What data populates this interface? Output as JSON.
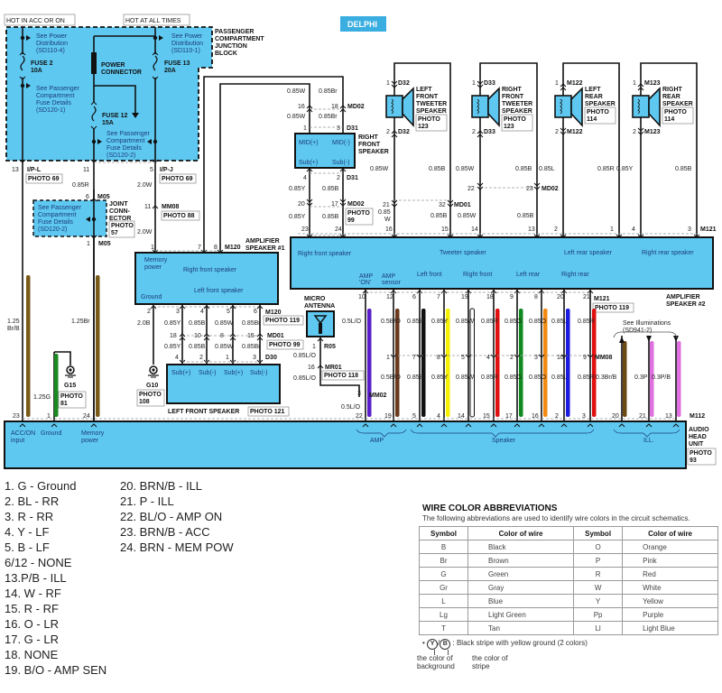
{
  "badge": "DELPHI",
  "tags": {
    "hot_acc": "HOT IN ACC OR ON",
    "hot_all": "HOT AT ALL TIMES"
  },
  "jb": {
    "title": [
      "PASSENGER",
      "COMPARTMENT",
      "JUNCTION",
      "BLOCK"
    ],
    "pd_left": [
      "See Power",
      "Distribution",
      "(SD110-4)"
    ],
    "fuse2": [
      "FUSE 2",
      "10A"
    ],
    "fd_left": [
      "See Passenger",
      "Compartment",
      "Fuse Details",
      "(SD120-1)"
    ],
    "power_connector": [
      "POWER",
      "CONNECTOR"
    ],
    "pd_right": [
      "See Power",
      "Distribution",
      "(SD110-1)"
    ],
    "fuse13": [
      "FUSE 13",
      "20A"
    ],
    "fuse12": [
      "FUSE 12",
      "15A"
    ],
    "fd_center": [
      "See Passenger",
      "Compartment",
      "Fuse Details",
      "(SD120-2)"
    ]
  },
  "jb_out": {
    "pin13": "13",
    "ipl": "I/P-L",
    "photo_l": "PHOTO 69",
    "pin11": "11",
    "pin5": "5",
    "ipj": "I/P-J",
    "photo_r": "PHOTO 69",
    "w085r": "0.85R",
    "w20w_a": "2.0W",
    "pin6": "6",
    "m05_a": "M05",
    "pin11b": "11",
    "mm08": "MM08",
    "photo88": "PHOTO 88",
    "w20w_b": "2.0W",
    "pin1": "1",
    "m05_b": "M05"
  },
  "joint": {
    "fd": [
      "See Passenger",
      "Compartment",
      "Fuse Details",
      "(SD120-2)"
    ],
    "title": [
      "JOINT",
      "CONN-",
      "ECTOR"
    ],
    "photo": [
      "PHOTO",
      "57"
    ]
  },
  "amp1": {
    "pins_top": [
      "1",
      "7",
      "8"
    ],
    "conn": "M120",
    "title": [
      "AMPLIFIER",
      "SPEAKER #1"
    ],
    "memory": [
      "Memory",
      "power"
    ],
    "rfs": "Right front speaker",
    "lfs": "Left front speaker",
    "ground": "Ground",
    "pins_bot": [
      "2",
      "3",
      "4",
      "5",
      "6"
    ],
    "conn_bot": "M120",
    "photo": "PHOTO 119",
    "wires": [
      "2.0B",
      "0.85Y",
      "0.85B",
      "0.85W",
      "0.85Br"
    ],
    "md01_pins": [
      "18",
      "10",
      "8",
      "15"
    ],
    "md01": "MD01",
    "photo99": "PHOTO 99",
    "wires2": [
      "0.85Y",
      "0.85B",
      "0.85W",
      "0.85Br"
    ],
    "d30_pins": [
      "4",
      "2",
      "1",
      "3"
    ],
    "d30": "D30"
  },
  "lfs": {
    "terms": [
      "Sub(+)",
      "Sub(-)",
      "Sub(+)",
      "Sub(-)"
    ],
    "title": "LEFT FRONT SPEAKER",
    "photo": "PHOTO 121"
  },
  "g10": {
    "name": "G10",
    "photo": [
      "PHOTO",
      "108"
    ]
  },
  "g15": {
    "name": "G15",
    "photo": [
      "PHOTO",
      "81"
    ]
  },
  "left_wires": {
    "brb": [
      "1.25",
      "Br/B"
    ],
    "br": "1.25Br",
    "g": "1.25G"
  },
  "rfs": {
    "w_top": [
      "0.85W",
      "0.85Br"
    ],
    "md02_pins": [
      "16",
      "18"
    ],
    "md02": "MD02",
    "w_mid": [
      "0.85W",
      "0.85Br"
    ],
    "d31_pins": [
      "1",
      "3"
    ],
    "d31": "D31",
    "terms": [
      "MID(+)",
      "MID(-)",
      "Sub(+)",
      "Sub(-)"
    ],
    "title": [
      "RIGHT",
      "FRONT",
      "SPEAKER"
    ],
    "d31b_pins": [
      "4",
      "2"
    ],
    "d31b": "D31",
    "w_low": [
      "0.85Y",
      "0.85B"
    ],
    "md02b_pins": [
      "20",
      "17"
    ],
    "md02b": "MD02",
    "photo": [
      "PHOTO",
      "99"
    ],
    "w_bot": [
      "0.85Y",
      "0.85B"
    ],
    "amp_pins": [
      "23",
      "24"
    ]
  },
  "speakers": [
    {
      "name": [
        "LEFT",
        "FRONT",
        "TWEETER",
        "SPEAKER"
      ],
      "conn": "D32",
      "photo": [
        "PHOTO",
        "123"
      ],
      "pins": [
        "1",
        "2"
      ],
      "wires": [
        "0.85W",
        "0.85B"
      ]
    },
    {
      "name": [
        "RIGHT",
        "FRONT",
        "TWEETER",
        "SPEAKER"
      ],
      "conn": "D33",
      "photo": [
        "PHOTO",
        "123"
      ],
      "pins": [
        "1",
        "2"
      ],
      "wires": [
        "0.85W",
        "0.85B"
      ]
    },
    {
      "name": [
        "LEFT",
        "REAR",
        "SPEAKER"
      ],
      "conn": "M122",
      "photo": [
        "PHOTO",
        "114"
      ],
      "pins": [
        "1",
        "2"
      ],
      "wires": [
        "0.85L",
        "0.85R"
      ]
    },
    {
      "name": [
        "RIGHT",
        "REAR",
        "SPEAKER"
      ],
      "conn": "M123",
      "photo": [
        "PHOTO",
        "114"
      ],
      "pins": [
        "1",
        "2"
      ],
      "wires": [
        "0.85Y",
        "0.85B"
      ]
    }
  ],
  "tw_junc": {
    "md02_pins": [
      "22",
      "23"
    ],
    "md02": "MD02",
    "md01_pins": [
      "21",
      "32"
    ],
    "md01": "MD01",
    "w1": [
      "0.85",
      "W"
    ],
    "wires": [
      "0.85B",
      "0.85W",
      "0.85B"
    ],
    "amp_pins": [
      "16",
      "15",
      "14",
      "13",
      "2",
      "1",
      "4",
      "3"
    ],
    "conn": "M121"
  },
  "amp2": {
    "groups_top": [
      "Right front speaker",
      "Tweeter speaker",
      "Left rear speaker",
      "Right rear speaker"
    ],
    "amp_on": [
      "AMP",
      "'ON'"
    ],
    "amp_sensor": [
      "AMP",
      "sensor"
    ],
    "groups_bot": [
      "Left front",
      "Right front",
      "Left rear",
      "Right rear"
    ],
    "title": [
      "AMPLIFIER",
      "SPEAKER #2"
    ],
    "pins_bot": [
      "10",
      "12",
      "6",
      "7",
      "19",
      "18",
      "9",
      "8",
      "20",
      "21"
    ],
    "conn": "M121",
    "photo": "PHOTO 119"
  },
  "antenna": {
    "title": [
      "MICRO",
      "ANTENNA"
    ],
    "pin": "1",
    "conn": "R05",
    "w1": "0.85L/O",
    "mr01_pin": "16",
    "mr01": "MR01",
    "photo": "PHOTO 118",
    "w2": "0.85L/O",
    "mm02_pin": "3",
    "mm02": "MM02",
    "w3": "0.5L/O"
  },
  "bus": {
    "wires_top": [
      "0.5L/O",
      "0.5B/O",
      "0.85B",
      "0.85Y",
      "0.85W",
      "0.85R",
      "0.85G",
      "0.85O",
      "0.85L",
      "0.85R"
    ],
    "mm08_pins": [
      "1",
      "7",
      "8",
      "5",
      "4",
      "2",
      "3",
      "10",
      "9"
    ],
    "mm08": "MM08",
    "wires_bot": [
      "0.5B/O",
      "0.85B",
      "0.85Y",
      "0.85W",
      "0.85R",
      "0.85G",
      "0.85O",
      "0.85L",
      "0.85R"
    ],
    "ill_wires": [
      "0.3Br/B",
      "0.3P",
      "0.3P/B"
    ],
    "see_ill": [
      "See Illuminations",
      "(SD941-2)"
    ]
  },
  "head": {
    "pins": [
      "23",
      "1",
      "24",
      "22",
      "19",
      "5",
      "4",
      "14",
      "15",
      "17",
      "16",
      "2",
      "3",
      "20",
      "21",
      "13"
    ],
    "conn": "M112",
    "acc": [
      "ACC/ON",
      "input"
    ],
    "ground": "Ground",
    "memory": [
      "Memory",
      "power"
    ],
    "amp": "AMP",
    "speaker": "Speaker",
    "ill": "ILL.",
    "title": [
      "AUDIO",
      "HEAD",
      "UNIT"
    ],
    "photo": [
      "PHOTO",
      "93"
    ]
  },
  "colors": {
    "block_fill": "#5ec8f0",
    "badge": "#3aaee0",
    "stripes": [
      "#5a1fc8",
      "#6b3a1e",
      "#111111",
      "#f5f000",
      "#ffffff",
      "#e01010",
      "#108a20",
      "#f08a10",
      "#1a1ae0",
      "#e01010",
      "#6b4a16",
      "#e070e0",
      "#e070e0"
    ],
    "left_stripes": [
      "#7a5a18",
      "#7a5a18",
      "#1a8a20"
    ]
  },
  "pin_legend": {
    "col1": [
      "1. G - Ground",
      "2. BL - RR",
      "3. R - RR",
      "4. Y - LF",
      "5. B - LF",
      "6/12 - NONE",
      "13.P/B - ILL",
      "14. W - RF",
      "15. R - RF",
      "16. O - LR",
      "17. G - LR",
      "18. NONE",
      "19. B/O - AMP SEN"
    ],
    "col2": [
      "20. BRN/B - ILL",
      "21. P - ILL",
      "22. BL/O - AMP ON",
      "23. BRN/B - ACC",
      "24. BRN - MEM POW"
    ]
  },
  "wire_table": {
    "title": "WIRE COLOR ABBREVIATIONS",
    "intro": "The following abbreviations are used to identify wire colors in the circuit schematics.",
    "headers": [
      "Symbol",
      "Color of wire",
      "Symbol",
      "Color of wire"
    ],
    "rows": [
      [
        "B",
        "Black",
        "O",
        "Orange"
      ],
      [
        "Br",
        "Brown",
        "P",
        "Pink"
      ],
      [
        "G",
        "Green",
        "R",
        "Red"
      ],
      [
        "Gr",
        "Gray",
        "W",
        "White"
      ],
      [
        "L",
        "Blue",
        "Y",
        "Yellow"
      ],
      [
        "Lg",
        "Light Green",
        "Pp",
        "Purple"
      ],
      [
        "T",
        "Tan",
        "Ll",
        "Light Blue"
      ]
    ],
    "note_bullet": "•",
    "note_y": "Y",
    "note_slash": "/",
    "note_b": "B",
    "note": ": Black stripe with yellow ground (2 colors)",
    "bg_label": [
      "the color of",
      "background"
    ],
    "stripe_label": [
      "the color of",
      "stripe"
    ]
  }
}
